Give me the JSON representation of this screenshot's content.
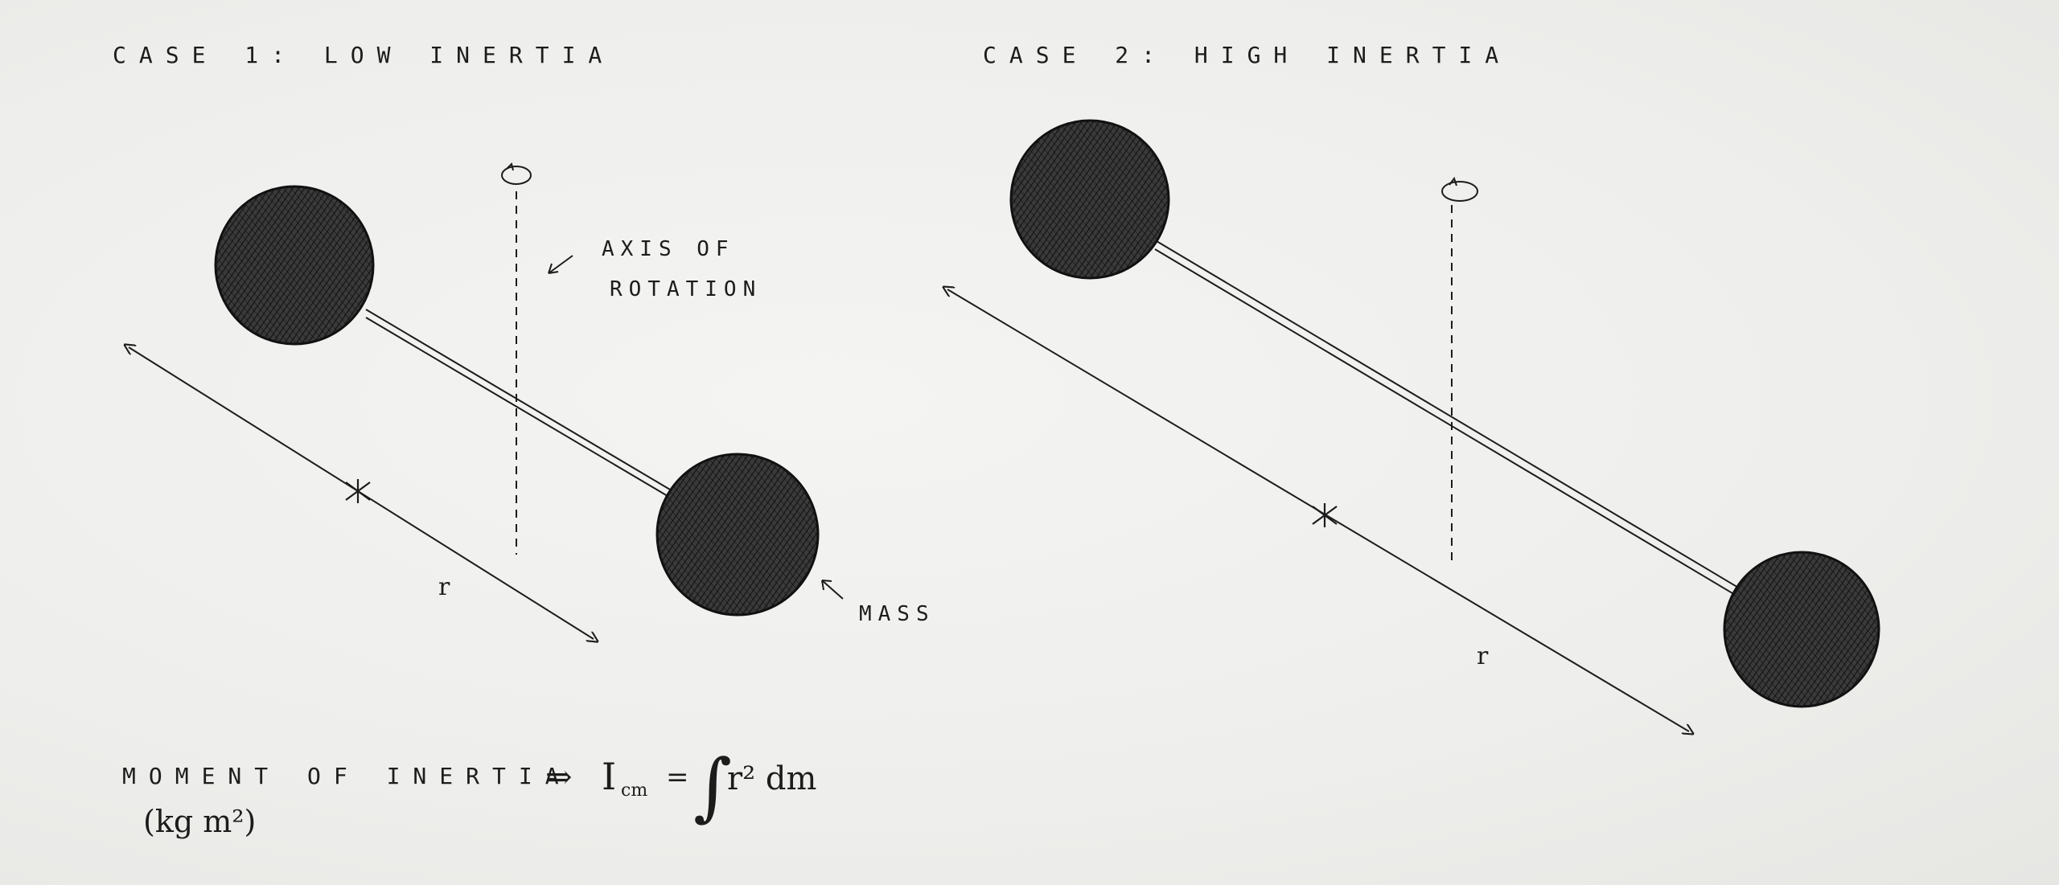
{
  "case1": {
    "title": "CASE 1: LOW INERTIA",
    "axis_label_line1": "AXIS OF",
    "axis_label_line2": "ROTATION",
    "distance_label": "r",
    "mass_label": "MASS"
  },
  "case2": {
    "title": "CASE 2: HIGH INERTIA",
    "distance_label": "r"
  },
  "footer": {
    "moment_label": "MOMENT OF INERTIA",
    "units": "(kg m²)",
    "arrow": "⇒",
    "formula_symbol": "I",
    "formula_subscript": "cm",
    "formula_equals": "=",
    "formula_integral": "∫",
    "formula_body": "r² dm"
  },
  "colors": {
    "ink": "#1c1c1c",
    "mass_fill": "#2b2b2b",
    "paper": "#efefed"
  }
}
